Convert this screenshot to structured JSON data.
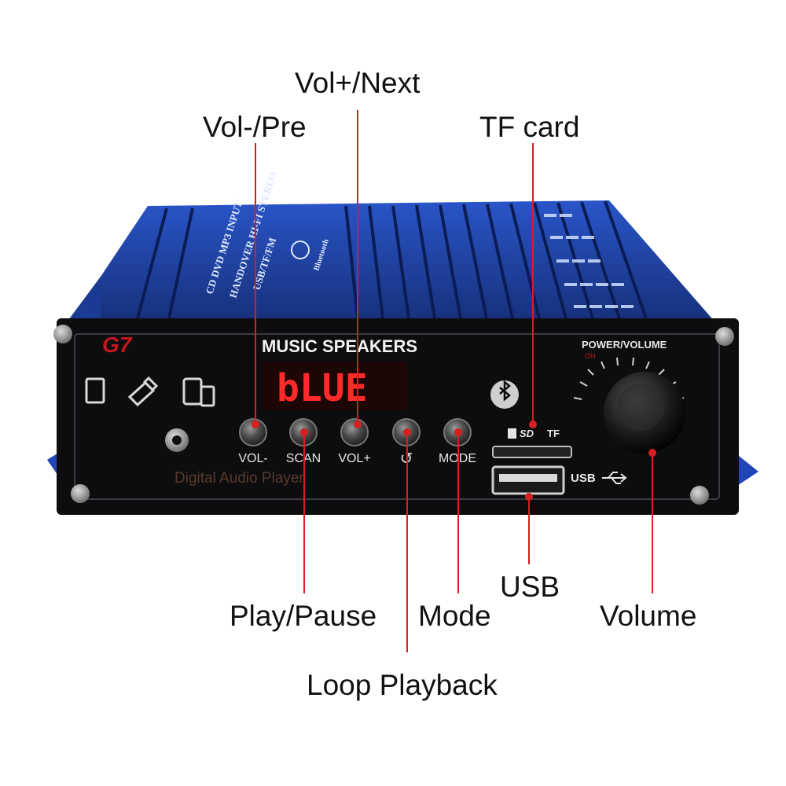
{
  "device": {
    "model": "G7",
    "brand_line": "MUSIC SPEAKERS",
    "display_text": "bLUE",
    "subtitle": "Digital Audio Player",
    "knob_label": "POWER/VOLUME",
    "knob_on_label": "ON",
    "tf_label": "TF",
    "usb_label": "USB",
    "bluetooth_label": "Bluetooth",
    "top_text_1": "CD DVD MP3 INPUT",
    "top_text_2": "HANDOVER HI-FI STEREO",
    "top_text_3": "USB/TF/FM",
    "buttons": [
      {
        "label": "VOL-"
      },
      {
        "label": "SCAN"
      },
      {
        "label": "VOL+"
      },
      {
        "label": "↺"
      },
      {
        "label": "MODE"
      }
    ]
  },
  "callouts": {
    "vol_pre": "Vol-/Pre",
    "vol_next": "Vol+/Next",
    "tf_card": "TF card",
    "play_pause": "Play/Pause",
    "mode": "Mode",
    "loop": "Loop Playback",
    "usb": "USB",
    "volume": "Volume"
  },
  "colors": {
    "body_blue": "#1f3f9a",
    "panel_black": "#0d0d10",
    "display_red": "#ff2a2a",
    "leader_red": "#d62020",
    "model_red": "#c0181c"
  }
}
